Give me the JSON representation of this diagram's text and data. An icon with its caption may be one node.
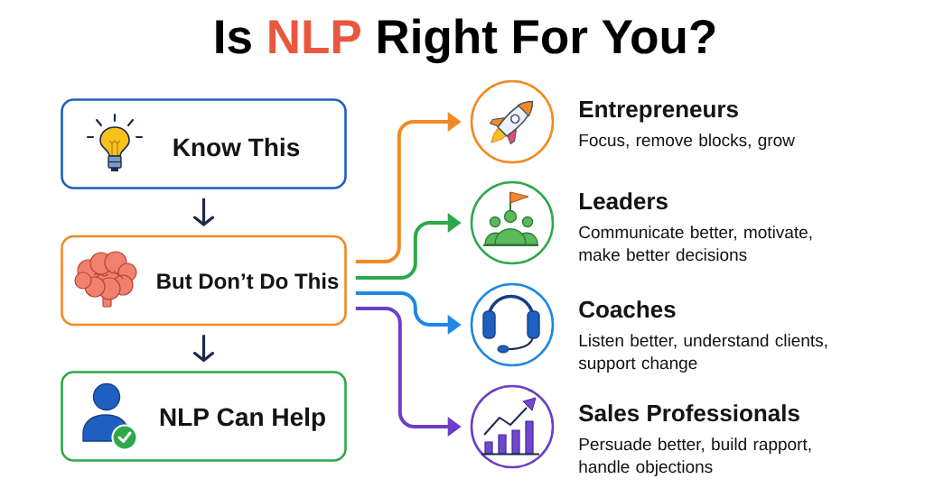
{
  "diagram": {
    "title": "Is NLP Right For You?",
    "nodes": [
      {
        "text": [
          "Know This"
        ]
      },
      {
        "text": [
          "But Don’t Do This"
        ]
      },
      {
        "text": [
          "NLP Can Help"
        ]
      },
      {
        "text": [],
        "shape": "circle",
        "beside": [
          "Entrepreneurs",
          "Focus, remove blocks, grow"
        ]
      },
      {
        "text": [],
        "shape": "circle",
        "beside": [
          "Leaders",
          "Communicate better, motivate, make better decisions"
        ]
      },
      {
        "text": [],
        "shape": "circle",
        "beside": [
          "Coaches",
          "Listen better, understand clients, support change"
        ]
      },
      {
        "text": [],
        "shape": "circle",
        "beside": [
          "Sales Professionals",
          "Persuade better, build rapport, handle objections"
        ]
      }
    ],
    "edges": [
      {
        "from": 0,
        "to": 1,
        "arrow": "to"
      },
      {
        "from": 1,
        "to": 2,
        "arrow": "to"
      },
      {
        "from": 1,
        "to": 3,
        "arrow": "to",
        "color": "#f08a24"
      },
      {
        "from": 1,
        "to": 4,
        "arrow": "to",
        "color": "#2ea84a"
      },
      {
        "from": 1,
        "to": 5,
        "arrow": "to",
        "color": "#1e88e5"
      },
      {
        "from": 1,
        "to": 6,
        "arrow": "to",
        "color": "#6a3fc8"
      }
    ]
  }
}
